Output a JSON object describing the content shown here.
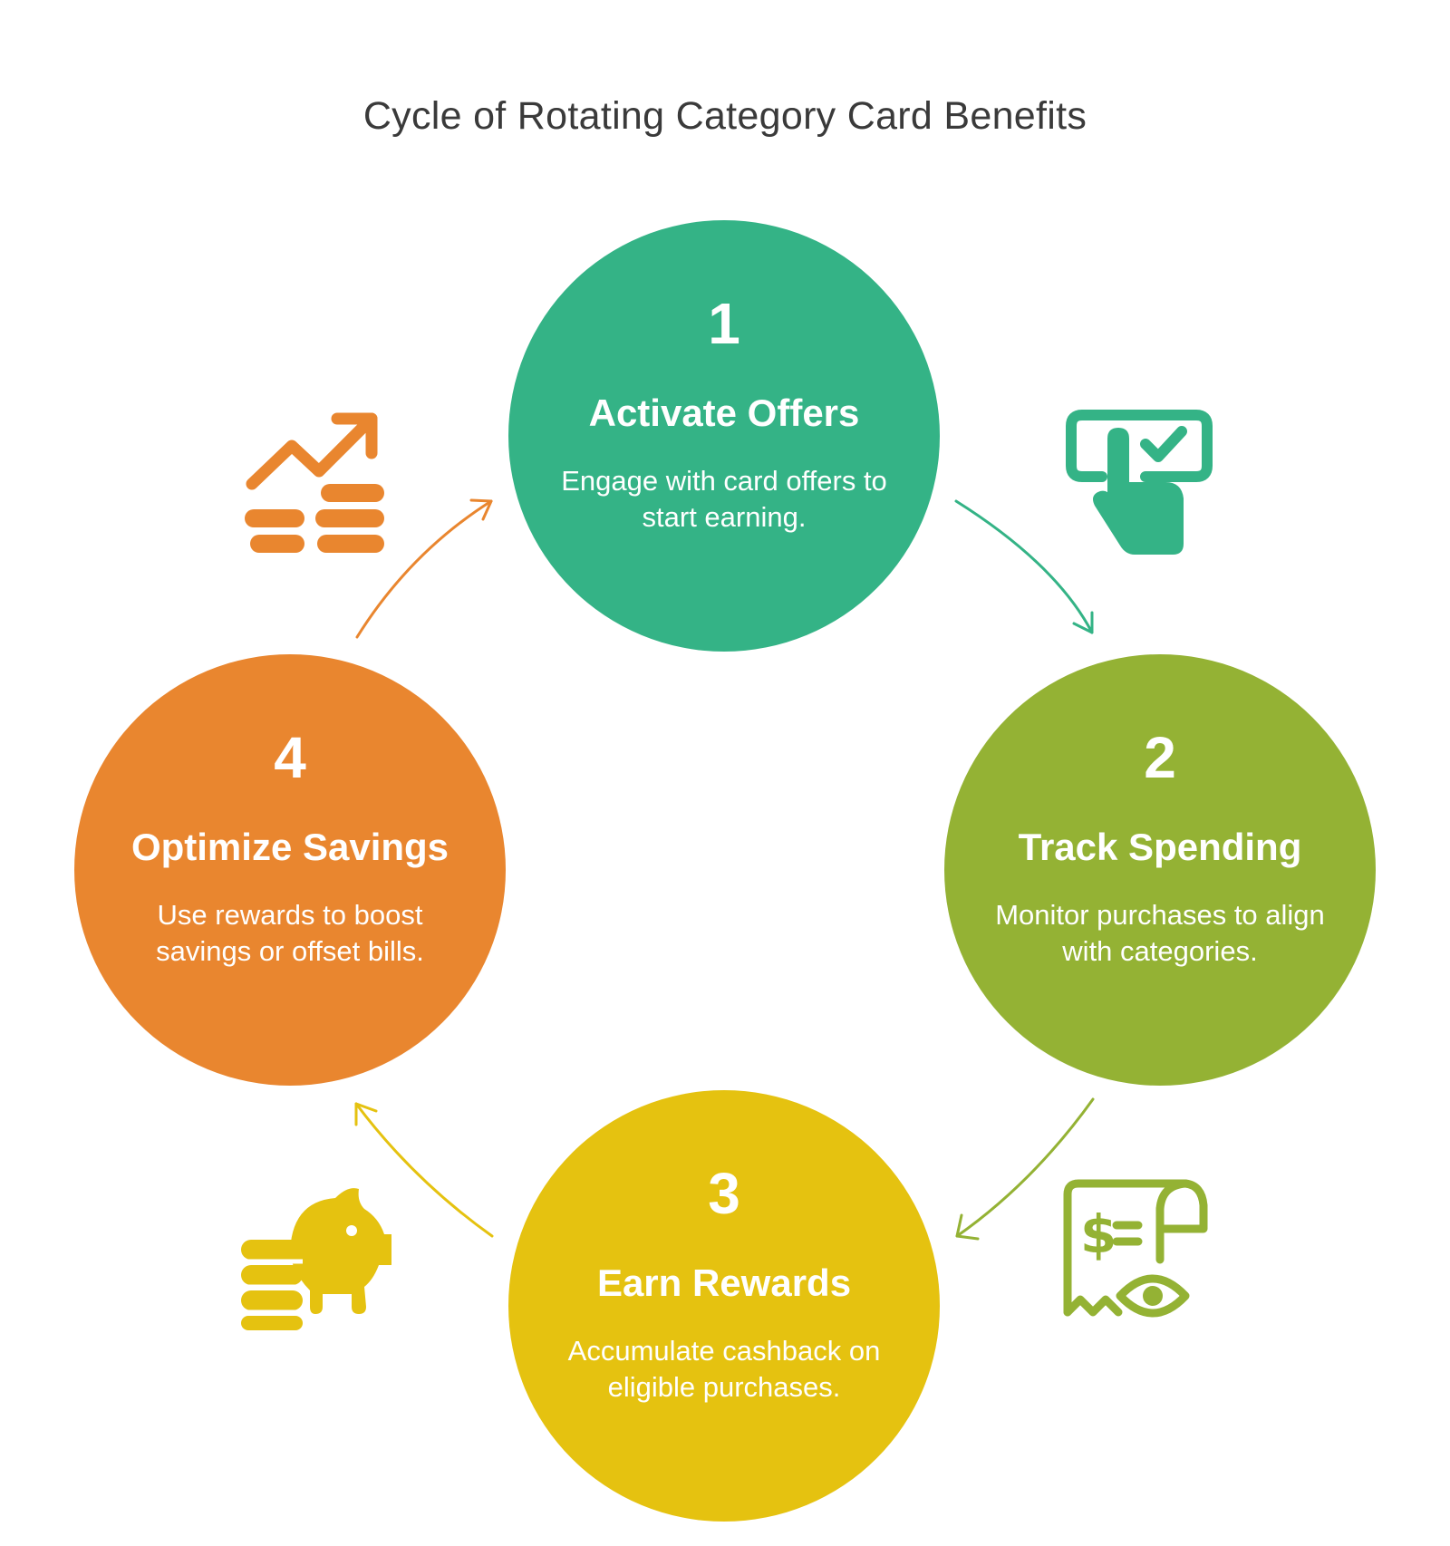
{
  "title": "Cycle of Rotating Category Card Benefits",
  "steps": [
    {
      "number": "1",
      "heading": "Activate Offers",
      "description": "Engage with card offers to start earning.",
      "color": "#34B386",
      "icon": "hand-tap-checkbox-icon"
    },
    {
      "number": "2",
      "heading": "Track Spending",
      "description": "Monitor purchases to align with categories.",
      "color": "#94B234",
      "icon": "receipt-eye-icon"
    },
    {
      "number": "3",
      "heading": "Earn Rewards",
      "description": "Accumulate cashback on eligible purchases.",
      "color": "#E5C210",
      "icon": "piggy-bank-coins-icon"
    },
    {
      "number": "4",
      "heading": "Optimize Savings",
      "description": "Use rewards to boost savings or offset bills.",
      "color": "#E9862F",
      "icon": "trend-up-coins-icon"
    }
  ]
}
